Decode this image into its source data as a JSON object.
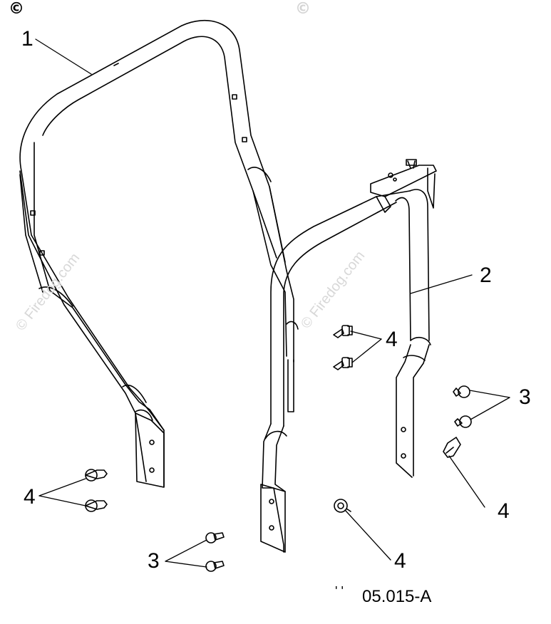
{
  "callouts": {
    "c1": "1",
    "c2": "2",
    "c3a": "3",
    "c3b": "3",
    "c4a": "4",
    "c4b": "4",
    "c4c": "4",
    "c4d": "4"
  },
  "diagram_code": "05.015-A",
  "diagram_code_prefix": "' '",
  "watermark": {
    "text_left": "© Firedog.com",
    "text_right": "© Firedog.com",
    "corner_symbol": "©",
    "color": "#d8d8d8"
  },
  "colors": {
    "line": "#000000",
    "background": "#ffffff"
  }
}
